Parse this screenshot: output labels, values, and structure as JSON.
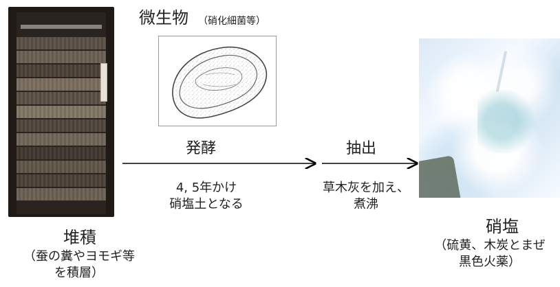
{
  "labels": {
    "microorganism": "微生物",
    "microorganism_note": "（硝化細菌等）",
    "fermentation": "発酵",
    "fermentation_note_line1": "4, 5年かけ",
    "fermentation_note_line2": "硝塩土となる",
    "extraction": "抽出",
    "extraction_note_line1": "草木灰を加え、",
    "extraction_note_line2": "煮沸",
    "heap_title": "堆積",
    "heap_note_line1": "（蚕の糞やヨモギ等",
    "heap_note_line2": "を積層）",
    "saltpeter_title": "硝塩",
    "saltpeter_note_line1": "（硫黄、木炭とまぜ",
    "saltpeter_note_line2": "黒色火薬）"
  },
  "colors": {
    "text": "#222222",
    "frame_gray": "#9a9a9a",
    "pile_dark": "#1f1a16",
    "crystal_white": "#f4f9ff",
    "crystal_blue": "#cfe3f3"
  },
  "icons": {
    "arrow1": "right-arrow-icon",
    "arrow2": "right-arrow-icon"
  }
}
